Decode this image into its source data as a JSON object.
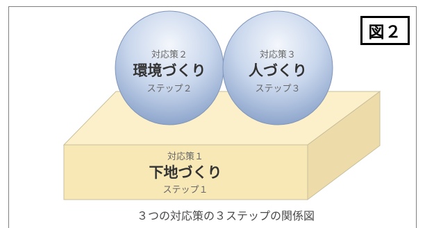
{
  "figure_label": "図２",
  "base": {
    "measure": "対応策１",
    "title": "下地づくり",
    "step": "ステップ１",
    "color": "#f7e8b6"
  },
  "spheres": [
    {
      "measure": "対応策２",
      "title": "環境づくり",
      "step": "ステップ２"
    },
    {
      "measure": "対応策３",
      "title": "人づくり",
      "step": "ステップ３"
    }
  ],
  "sphere_color": "#a9bede",
  "caption": "３つの対応策の３ステップの関係図"
}
